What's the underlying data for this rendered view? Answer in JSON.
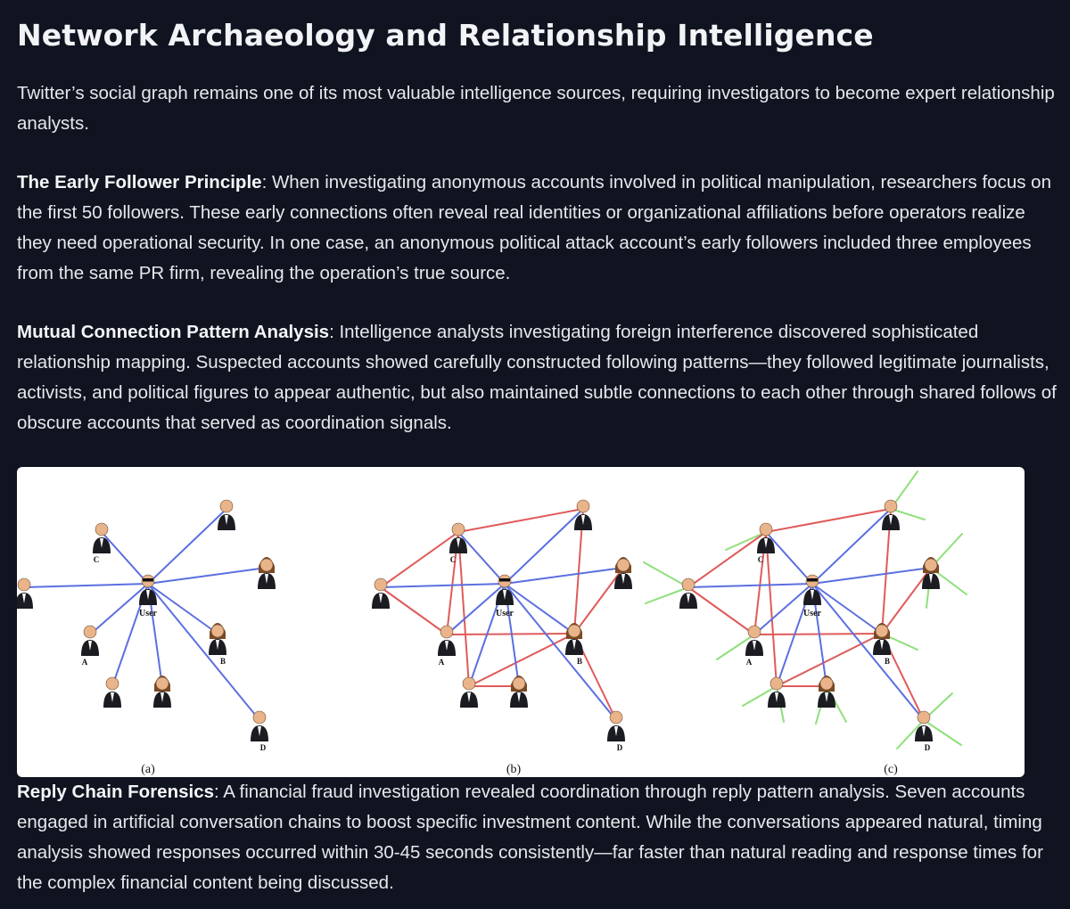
{
  "title": "Network Archaeology and Relationship Intelligence",
  "intro": "Twitter’s social graph remains one of its most valuable intelligence sources, requiring investigators to become expert relationship analysts.",
  "sections": [
    {
      "heading": "The Early Follower Principle",
      "body": ": When investigating anonymous accounts involved in political manipulation, researchers focus on the first 50 followers. These early connections often reveal real identities or organizational affiliations before operators realize they need operational security. In one case, an anonymous political attack account’s early followers included three employees from the same PR firm, revealing the operation’s true source."
    },
    {
      "heading": "Mutual Connection Pattern Analysis",
      "body": ": Intelligence analysts investigating foreign interference discovered sophisticated relationship mapping. Suspected accounts showed carefully constructed following patterns—they followed legitimate journalists, activists, and political figures to appear authentic, but also maintained subtle connections to each other through shared follows of obscure accounts that served as coordination signals."
    },
    {
      "heading": "Reply Chain Forensics",
      "body": ": A financial fraud investigation revealed coordination through reply pattern analysis. Seven accounts engaged in artificial conversation chains to boost specific investment content. While the conversations appeared natural, timing analysis showed responses occurred within 30-45 seconds consistently—far faster than natural reading and response times for the complex financial content being discussed."
    }
  ],
  "figure": {
    "panels": [
      "(a)",
      "(b)",
      "(c)"
    ],
    "center_label": "User",
    "node_labels": [
      "A",
      "B",
      "C",
      "D"
    ],
    "colors": {
      "user_edge": "#5b6fe0",
      "peer_edge": "#e05a5a",
      "outer_edge": "#8ee07a",
      "suit": "#1b1b22",
      "skin": "#e9b48a"
    }
  }
}
